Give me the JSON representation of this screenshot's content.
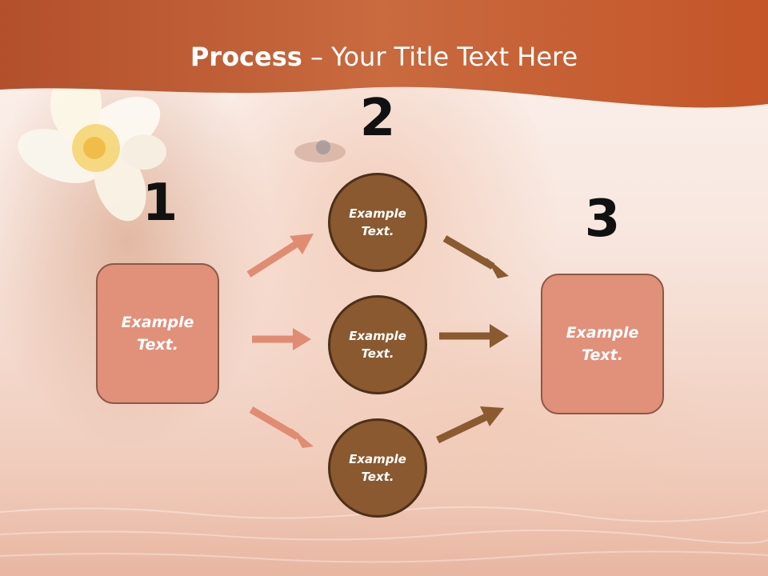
{
  "slide": {
    "title_bold": "Process",
    "title_rest": " – Your Title Text Here"
  },
  "steps": {
    "step1": {
      "number": "1",
      "text": "Example Text."
    },
    "step2": {
      "number": "2",
      "items": [
        "Example Text.",
        "Example Text.",
        "Example Text."
      ]
    },
    "step3": {
      "number": "3",
      "text": "Example Text."
    }
  },
  "colors": {
    "header": "#b35530",
    "box_fill": "#e1907a",
    "circle_fill": "#8a5930",
    "arrow_light": "#e08c72",
    "arrow_dark": "#8a5a30"
  }
}
